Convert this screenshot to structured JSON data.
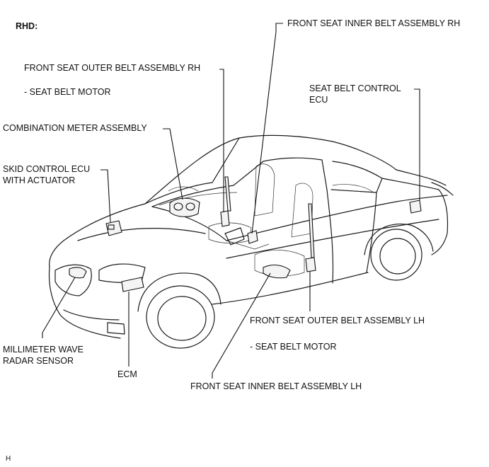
{
  "header": {
    "variant": "RHD:"
  },
  "labels": {
    "inner_rh": "FRONT SEAT INNER BELT ASSEMBLY RH",
    "outer_rh": "FRONT SEAT OUTER BELT ASSEMBLY RH",
    "outer_rh_sub": "- SEAT BELT MOTOR",
    "belt_ecu_1": "SEAT BELT CONTROL",
    "belt_ecu_2": "ECU",
    "combo_meter": "COMBINATION METER ASSEMBLY",
    "skid_1": "SKID CONTROL ECU",
    "skid_2": "WITH ACTUATOR",
    "outer_lh": "FRONT SEAT OUTER BELT ASSEMBLY LH",
    "outer_lh_sub": "- SEAT BELT MOTOR",
    "radar_1": "MILLIMETER WAVE",
    "radar_2": "RADAR SENSOR",
    "ecm": "ECM",
    "inner_lh": "FRONT SEAT INNER BELT ASSEMBLY LH"
  },
  "footer": {
    "code": "H"
  }
}
